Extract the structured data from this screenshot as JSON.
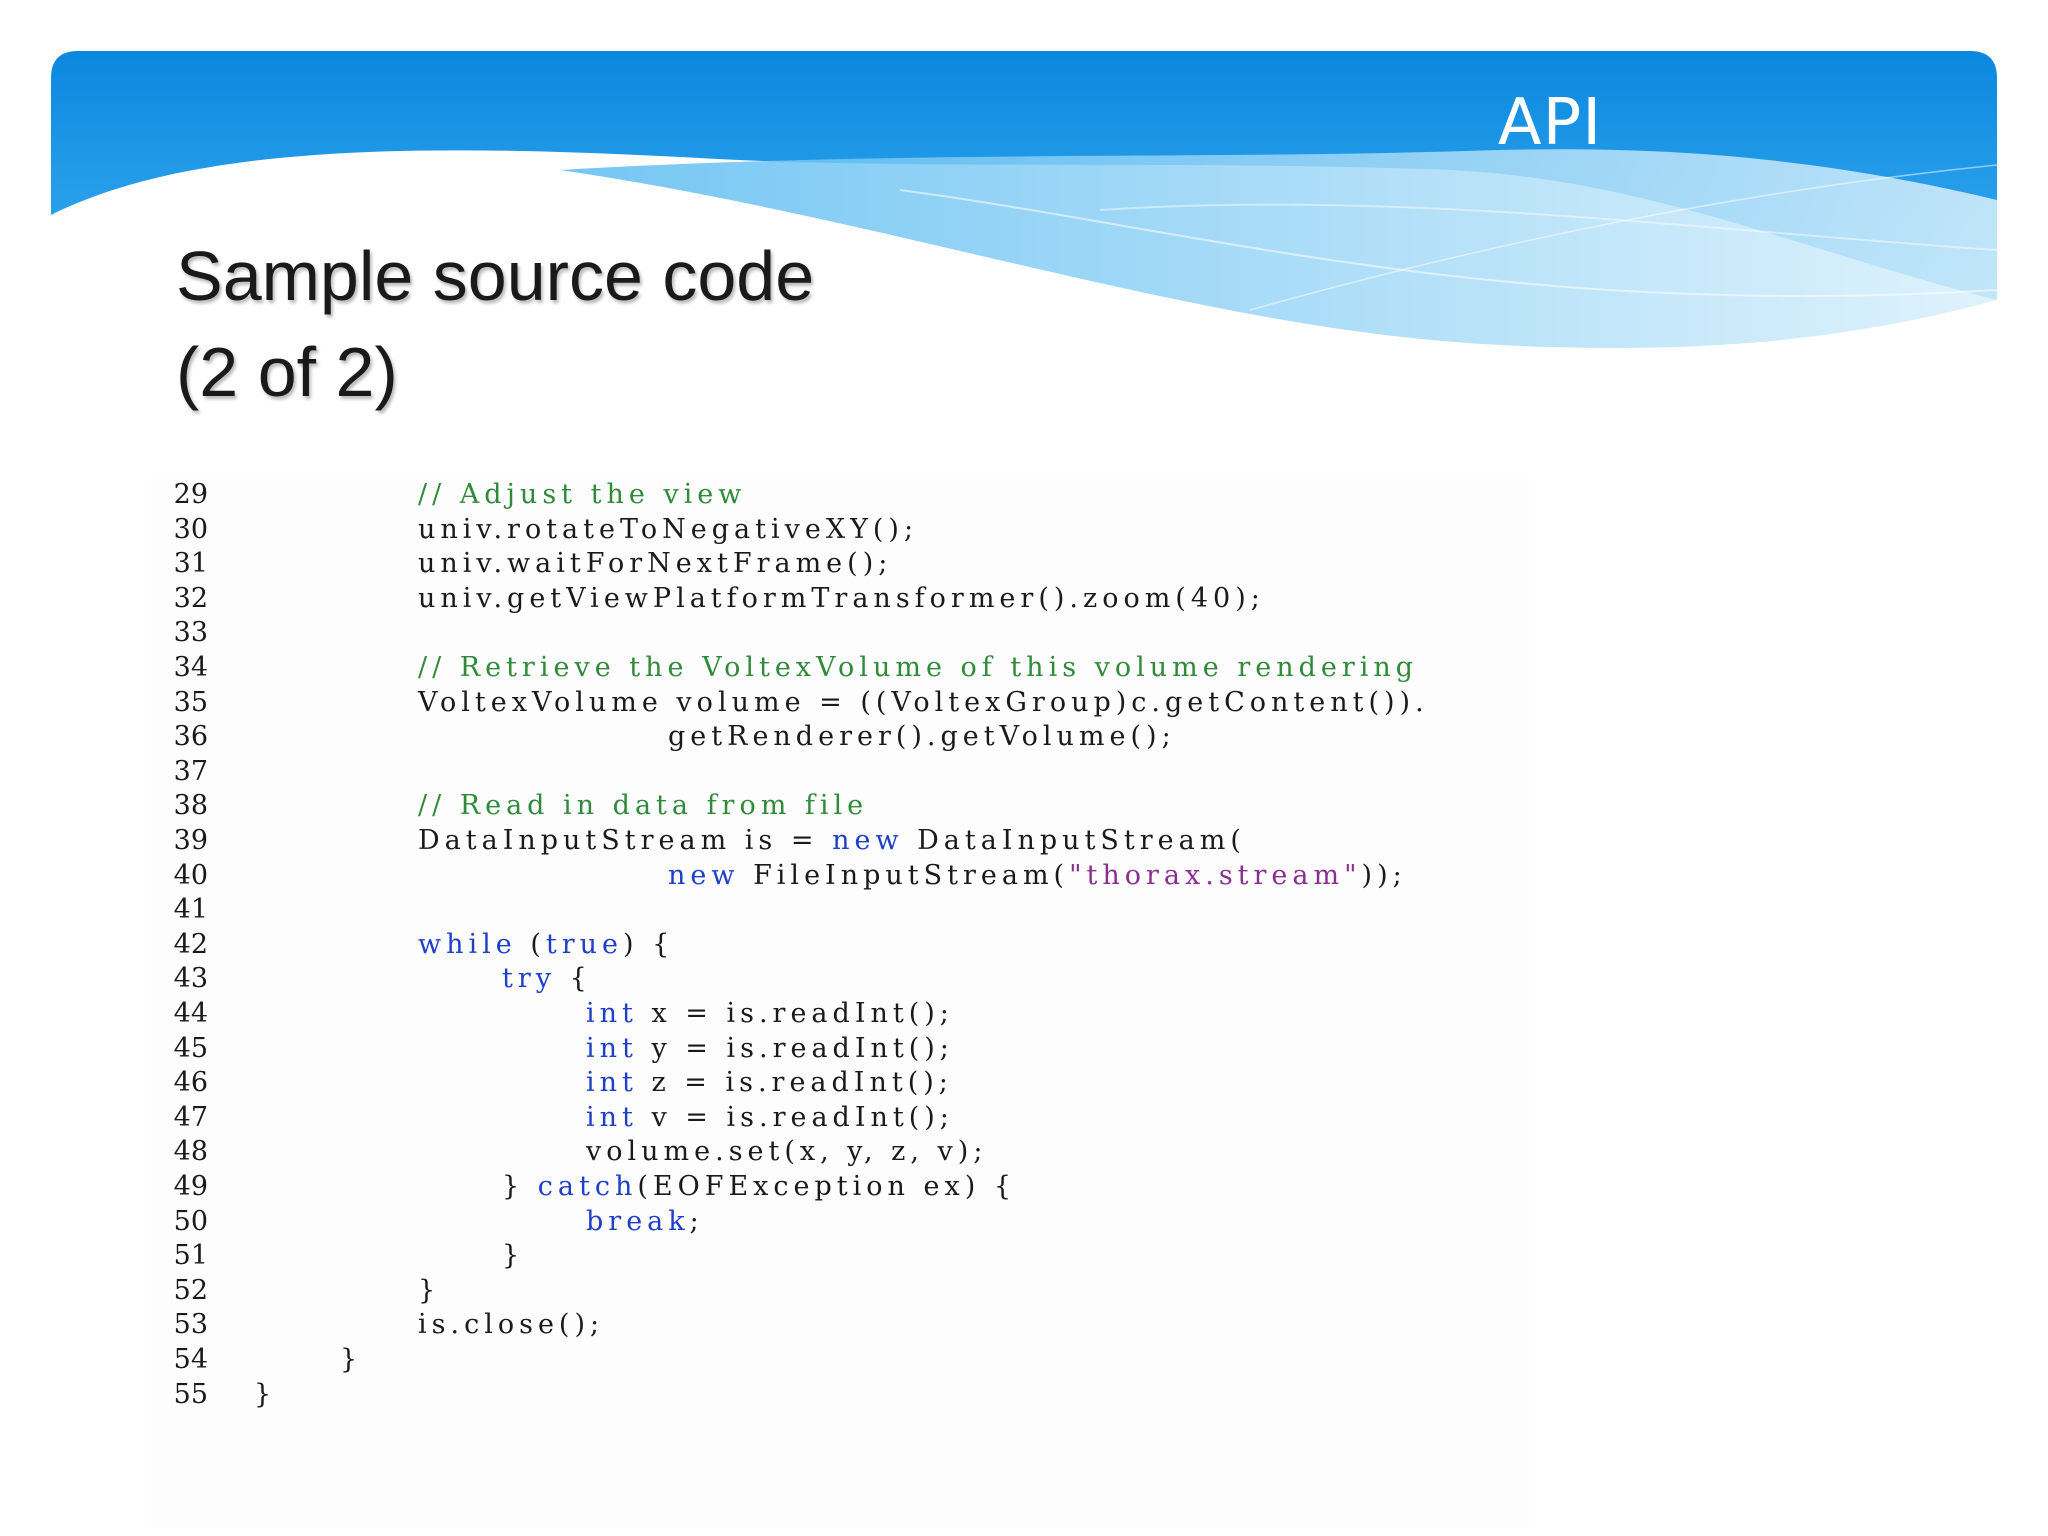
{
  "slide": {
    "section_label": "API",
    "title_line1": "Sample source code",
    "title_line2": "(2 of 2)"
  },
  "colors": {
    "banner_primary": "#0f8fe3",
    "banner_light": "#8ccdf3",
    "comment": "#2f8a3a",
    "keyword": "#1f3fc9",
    "string": "#8a2f8f"
  },
  "code": {
    "lines": [
      {
        "num": "29",
        "indent": 2,
        "parts": [
          {
            "t": "// Adjust the view",
            "s": "cm"
          }
        ]
      },
      {
        "num": "30",
        "indent": 2,
        "parts": [
          {
            "t": "univ.rotateToNegativeXY();",
            "s": ""
          }
        ]
      },
      {
        "num": "31",
        "indent": 2,
        "parts": [
          {
            "t": "univ.waitForNextFrame();",
            "s": ""
          }
        ]
      },
      {
        "num": "32",
        "indent": 2,
        "parts": [
          {
            "t": "univ.getViewPlatformTransformer().zoom(40);",
            "s": ""
          }
        ]
      },
      {
        "num": "33",
        "indent": 2,
        "parts": []
      },
      {
        "num": "34",
        "indent": 2,
        "parts": [
          {
            "t": "// Retrieve the VoltexVolume of this volume rendering",
            "s": "cm"
          }
        ]
      },
      {
        "num": "35",
        "indent": 2,
        "parts": [
          {
            "t": "VoltexVolume volume = ((VoltexGroup)c.getContent()).",
            "s": ""
          }
        ]
      },
      {
        "num": "36",
        "indent": 5,
        "parts": [
          {
            "t": "getRenderer().getVolume();",
            "s": ""
          }
        ]
      },
      {
        "num": "37",
        "indent": 2,
        "parts": []
      },
      {
        "num": "38",
        "indent": 2,
        "parts": [
          {
            "t": "// Read in data from file",
            "s": "cm"
          }
        ]
      },
      {
        "num": "39",
        "indent": 2,
        "parts": [
          {
            "t": "DataInputStream is = ",
            "s": ""
          },
          {
            "t": "new",
            "s": "kw"
          },
          {
            "t": " DataInputStream(",
            "s": ""
          }
        ]
      },
      {
        "num": "40",
        "indent": 5,
        "parts": [
          {
            "t": "new",
            "s": "kw"
          },
          {
            "t": " FileInputStream(",
            "s": ""
          },
          {
            "t": "\"thorax.stream\"",
            "s": "str"
          },
          {
            "t": "));",
            "s": ""
          }
        ]
      },
      {
        "num": "41",
        "indent": 2,
        "parts": []
      },
      {
        "num": "42",
        "indent": 2,
        "parts": [
          {
            "t": "while",
            "s": "kw"
          },
          {
            "t": " (",
            "s": ""
          },
          {
            "t": "true",
            "s": "kw"
          },
          {
            "t": ") {",
            "s": ""
          }
        ]
      },
      {
        "num": "43",
        "indent": 3,
        "parts": [
          {
            "t": "try",
            "s": "kw"
          },
          {
            "t": " {",
            "s": ""
          }
        ]
      },
      {
        "num": "44",
        "indent": 4,
        "parts": [
          {
            "t": "int",
            "s": "kw"
          },
          {
            "t": " x = is.readInt();",
            "s": ""
          }
        ]
      },
      {
        "num": "45",
        "indent": 4,
        "parts": [
          {
            "t": "int",
            "s": "kw"
          },
          {
            "t": " y = is.readInt();",
            "s": ""
          }
        ]
      },
      {
        "num": "46",
        "indent": 4,
        "parts": [
          {
            "t": "int",
            "s": "kw"
          },
          {
            "t": " z = is.readInt();",
            "s": ""
          }
        ]
      },
      {
        "num": "47",
        "indent": 4,
        "parts": [
          {
            "t": "int",
            "s": "kw"
          },
          {
            "t": " v = is.readInt();",
            "s": ""
          }
        ]
      },
      {
        "num": "48",
        "indent": 4,
        "parts": [
          {
            "t": "volume.set(x, y, z, v);",
            "s": ""
          }
        ]
      },
      {
        "num": "49",
        "indent": 3,
        "parts": [
          {
            "t": "} ",
            "s": ""
          },
          {
            "t": "catch",
            "s": "kw"
          },
          {
            "t": "(EOFException ex) {",
            "s": ""
          }
        ]
      },
      {
        "num": "50",
        "indent": 4,
        "parts": [
          {
            "t": "break",
            "s": "kw"
          },
          {
            "t": ";",
            "s": ""
          }
        ]
      },
      {
        "num": "51",
        "indent": 3,
        "parts": [
          {
            "t": "}",
            "s": ""
          }
        ]
      },
      {
        "num": "52",
        "indent": 2,
        "parts": [
          {
            "t": "}",
            "s": ""
          }
        ]
      },
      {
        "num": "53",
        "indent": 2,
        "parts": [
          {
            "t": "is.close();",
            "s": ""
          }
        ]
      },
      {
        "num": "54",
        "indent": 1,
        "parts": [
          {
            "t": "}",
            "s": ""
          }
        ]
      },
      {
        "num": "55",
        "indent": 0,
        "parts": [
          {
            "t": "}",
            "s": ""
          }
        ]
      }
    ]
  }
}
